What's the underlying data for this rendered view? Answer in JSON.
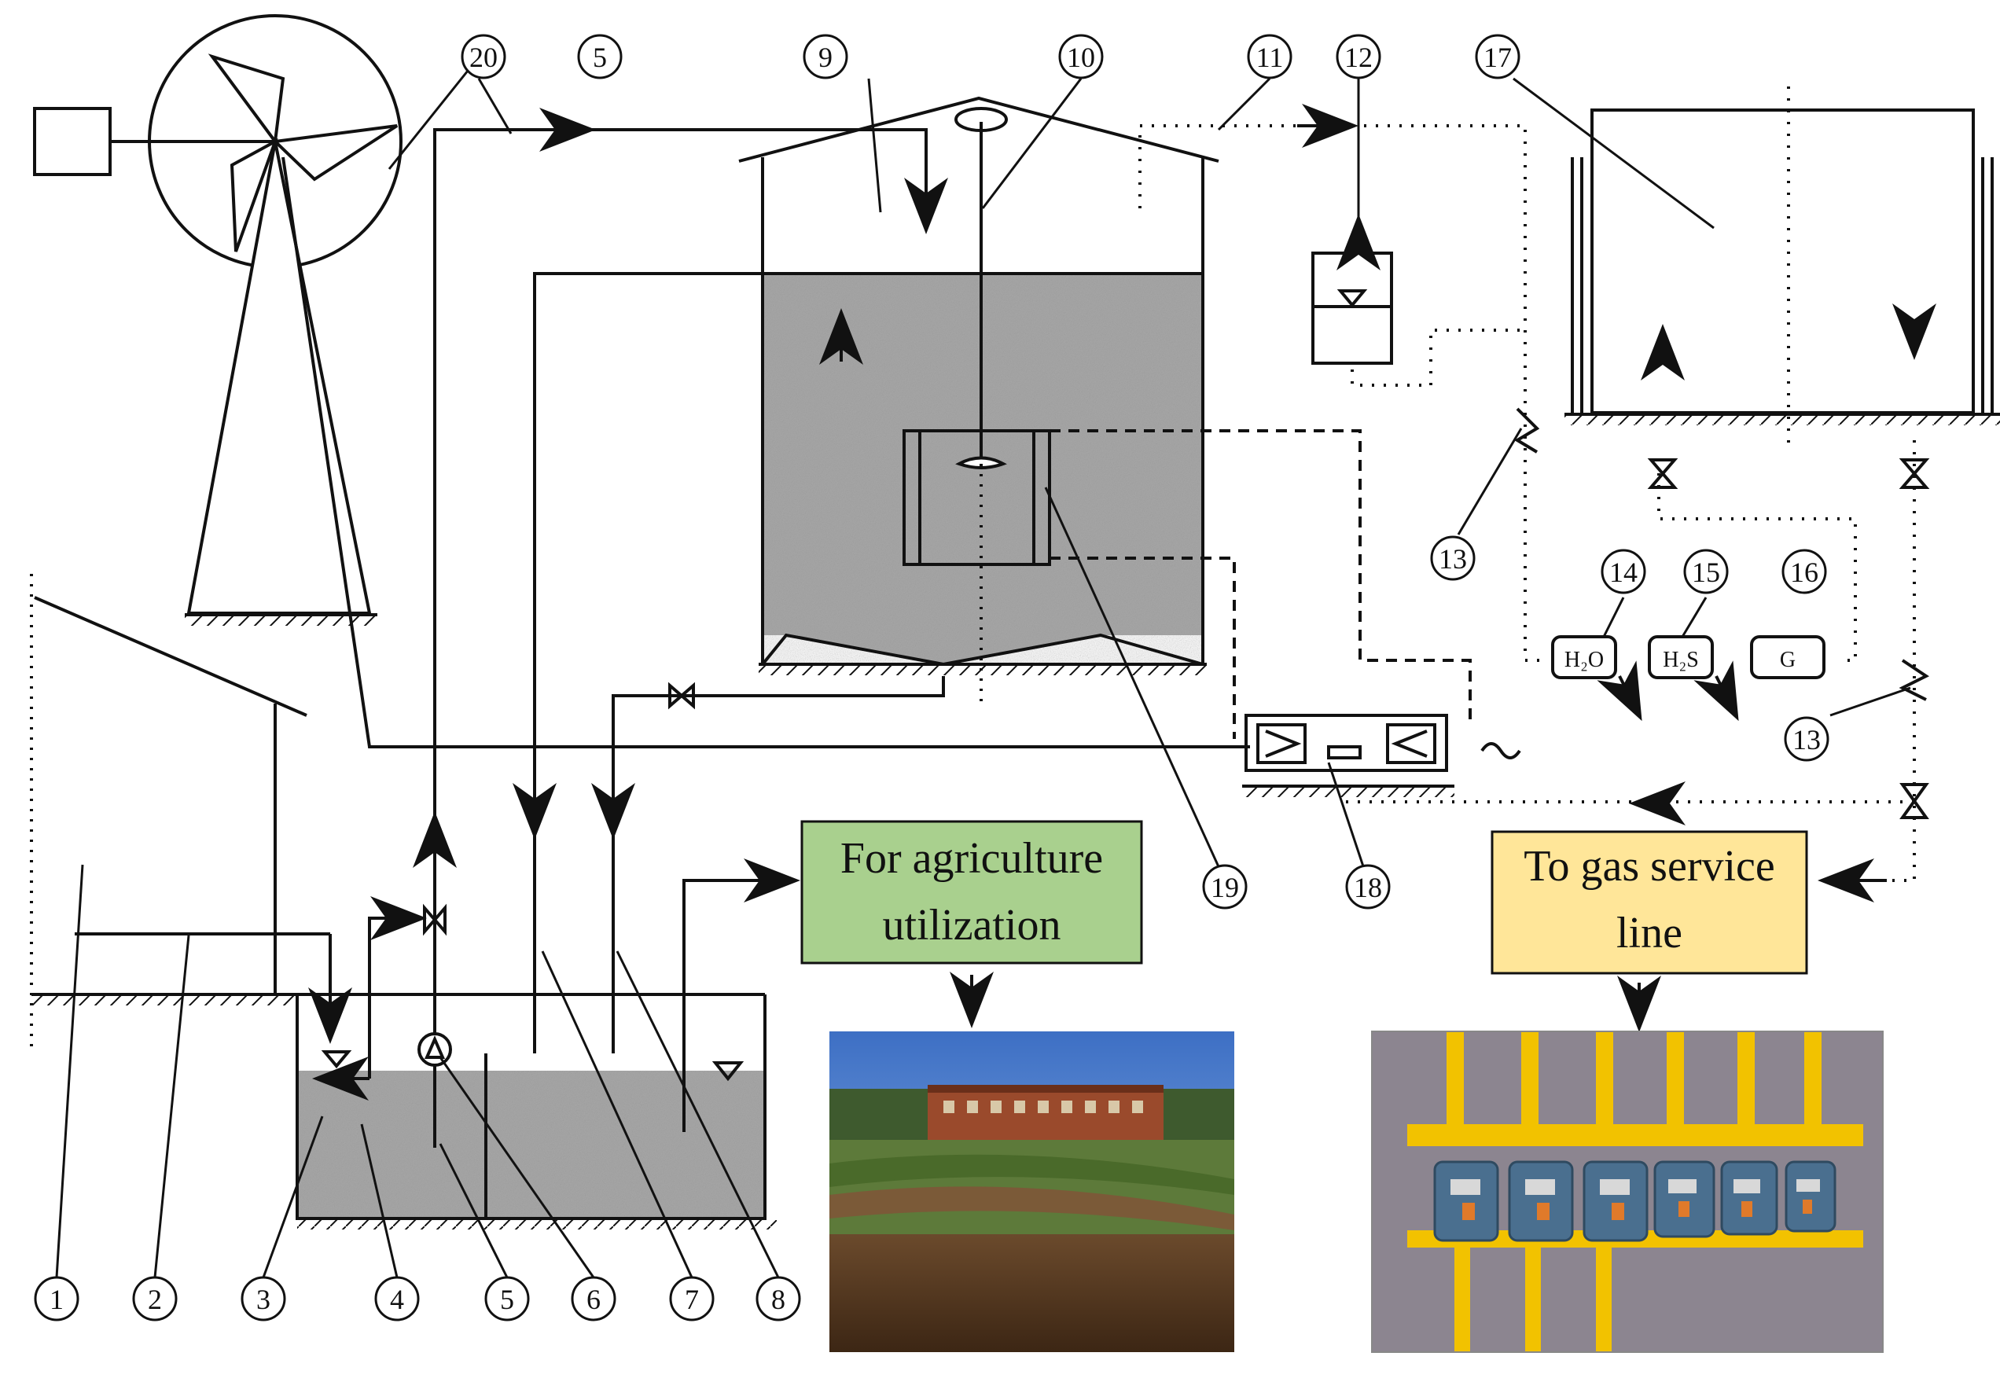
{
  "callouts": {
    "c1": "1",
    "c2": "2",
    "c3": "3",
    "c4": "4",
    "c5": "5",
    "c5b": "5",
    "c6": "6",
    "c7": "7",
    "c8": "8",
    "c9": "9",
    "c10": "10",
    "c11": "11",
    "c12": "12",
    "c13a": "13",
    "c13b": "13",
    "c14": "14",
    "c15": "15",
    "c16": "16",
    "c17": "17",
    "c18": "18",
    "c19": "19",
    "c20": "20"
  },
  "sensors": {
    "h2o": "H₂O",
    "h2s": "H₂S",
    "g": "G"
  },
  "boxes": {
    "agriculture_line1": "For agriculture",
    "agriculture_line2": "utilization",
    "gas_line1": "To gas service",
    "gas_line2": "line"
  },
  "colors": {
    "agriculture_box": "#a9d08e",
    "gas_box": "#ffe699",
    "slurry": "#8a8a8a",
    "line": "#111111"
  },
  "photos": {
    "farm": "farm-field-photo",
    "meters": "gas-meters-photo"
  }
}
